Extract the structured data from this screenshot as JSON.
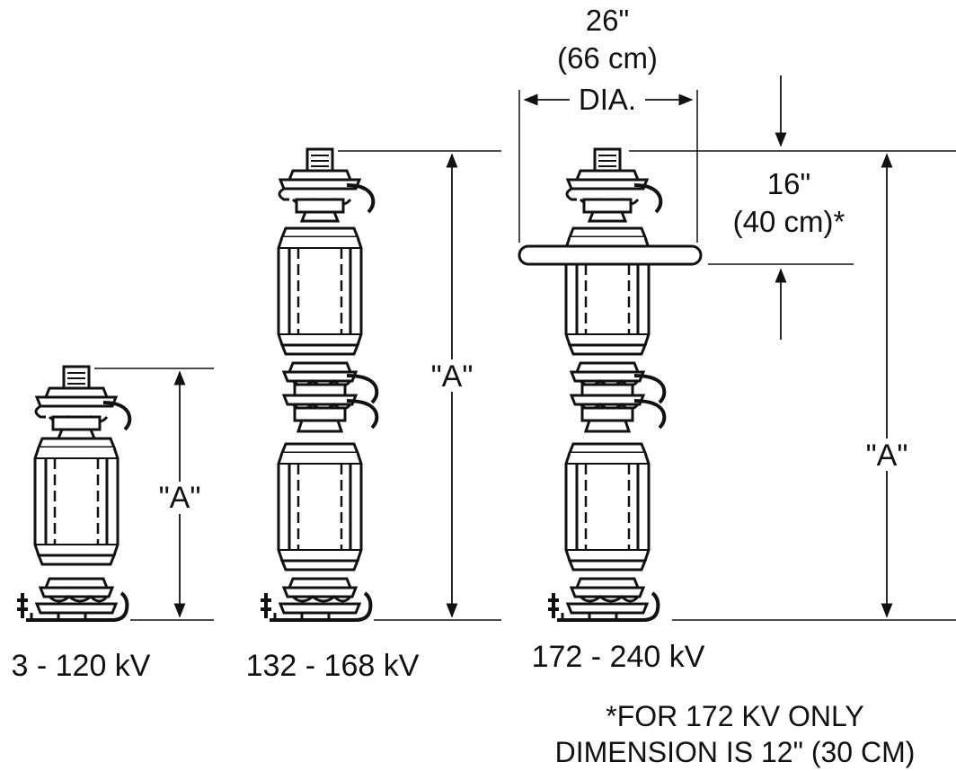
{
  "units": [
    {
      "voltage": "3 - 120 kV",
      "dimension_label": "\"A\""
    },
    {
      "voltage": "132 - 168 kV",
      "dimension_label": "\"A\""
    },
    {
      "voltage": "172 - 240 kV",
      "dimension_label": "\"A\""
    }
  ],
  "grading_ring": {
    "diameter_in": "26\"",
    "diameter_cm": "(66 cm)",
    "diameter_tag": "DIA.",
    "drop_in": "16\"",
    "drop_cm": "(40 cm)*"
  },
  "footnote": {
    "line1": "*FOR 172 KV ONLY",
    "line2": "DIMENSION IS 12\" (30 CM)"
  }
}
